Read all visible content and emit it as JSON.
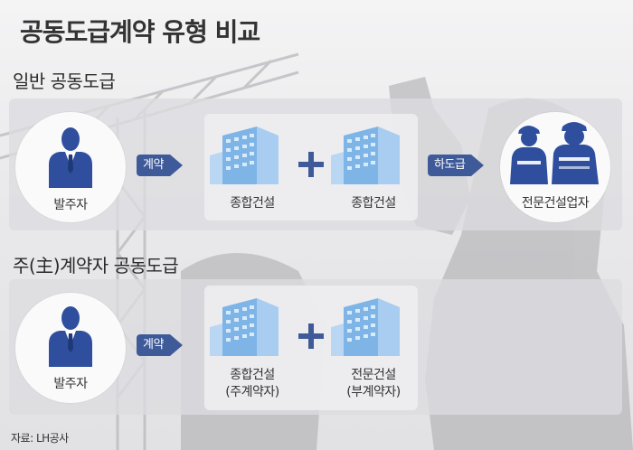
{
  "title": "공동도급계약 유형 비교",
  "general": {
    "heading": "일반 공동도급",
    "client_label": "발주자",
    "contract_label": "계약",
    "building1_label": "종합건설",
    "building2_label": "종합건설",
    "subcontract_label": "하도급",
    "workers_label": "전문건설업자"
  },
  "main": {
    "heading": "주(主)계약자 공동도급",
    "client_label": "발주자",
    "contract_label": "계약",
    "building1_label": "종합건설",
    "building1_sub": "(주계약자)",
    "building2_label": "전문건설",
    "building2_sub": "(부계약자)"
  },
  "source": "자료: LH공사",
  "colors": {
    "accent": "#3f5a99",
    "person": "#2f4f9e",
    "building": "#7fb4e6"
  }
}
